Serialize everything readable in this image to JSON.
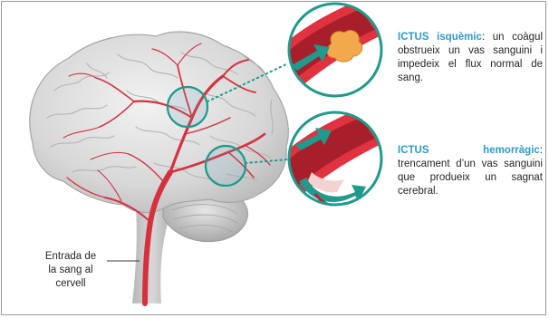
{
  "ischemic": {
    "title": "ICTUS isquèmic",
    "text": "un coàgul obstrueix un vas sanguini i impedeix el flux normal de sang."
  },
  "hemorrhagic": {
    "title": "ICTUS hemorràgic",
    "text": "trencament d’un vas sanguini que produeix un sagnat cerebral."
  },
  "inlet_label": {
    "line1": "Entrada de",
    "line2": "la sang al",
    "line3": "cervell"
  },
  "colors": {
    "teal": "#1f9a8c",
    "keyword_blue": "#2b9bd3",
    "vessel_red": "#d6303d",
    "brain_gray": "#d9d9d9",
    "clot_orange": "#f1a94b"
  }
}
